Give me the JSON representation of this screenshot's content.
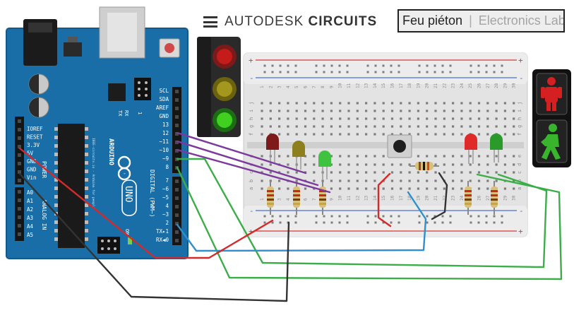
{
  "header": {
    "menu_icon": "hamburger-menu-icon",
    "brand_light": "AUTODESK",
    "brand_bold": "CIRCUITS",
    "project_name": "Feu piéton",
    "project_separator": "|",
    "project_lab": "Electronics Lab"
  },
  "arduino": {
    "board_color": "#1a6ea7",
    "model_label": "UNO",
    "brand_label": "ARDUINO",
    "vertical_note": "IEEE-circuits.io - Arduino for people",
    "header_digital_top": [
      "SCL",
      "SDA",
      "AREF",
      "GND",
      "13",
      "12",
      "~11",
      "~10",
      "~9",
      "8"
    ],
    "header_digital_bottom": [
      "7",
      "~6",
      "~5",
      "4",
      "~3",
      "2",
      "TX▸1",
      "RX◀0"
    ],
    "digital_label": "DIGITAL (PWM~)",
    "power_pins": [
      "IOREF",
      "RESET",
      "3.3V",
      "5V",
      "GND",
      "GND",
      "Vin"
    ],
    "power_label": "POWER",
    "analog_pins": [
      "A0",
      "A1",
      "A2",
      "A3",
      "A4",
      "A5"
    ],
    "analog_label": "ANALOG IN",
    "small_labels": {
      "tx": "TX",
      "rx": "RX",
      "one": "1",
      "on": "ON"
    }
  },
  "breadboard": {
    "columns": [
      "1",
      "2",
      "3",
      "4",
      "5",
      "6",
      "7",
      "8",
      "9",
      "10",
      "11",
      "12",
      "13",
      "14",
      "15",
      "16",
      "17",
      "18",
      "19",
      "20",
      "21",
      "22",
      "23",
      "24",
      "25",
      "26",
      "27",
      "28",
      "29",
      "30"
    ],
    "rows_top": [
      "j",
      "i",
      "h",
      "g",
      "f"
    ],
    "rows_bottom": [
      "e",
      "d",
      "c",
      "b",
      "a"
    ],
    "rail_plus": "+",
    "rail_minus": "-"
  },
  "colors": {
    "wire_purple": "#7b3a9c",
    "wire_green": "#3cae49",
    "wire_red": "#d42a2a",
    "wire_blue": "#2f8fcf",
    "wire_black": "#333333",
    "led_red": "#d82a2a",
    "led_yellow": "#b3a11c",
    "led_green": "#3fc23f"
  }
}
